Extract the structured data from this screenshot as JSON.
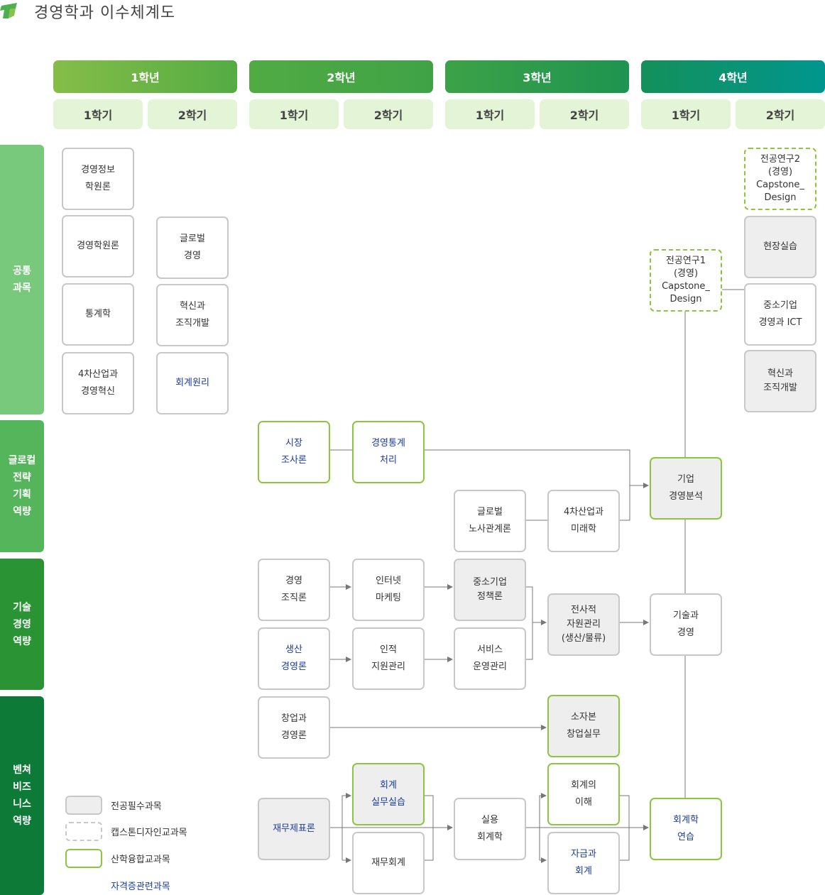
{
  "header": {
    "title": "경영학과 이수체계도",
    "logo_icon": "school-logo-icon"
  },
  "years": [
    "1학년",
    "2학년",
    "3학년",
    "4학년"
  ],
  "semesters": [
    "1학기",
    "2학기"
  ],
  "categories": [
    "공통\n과목",
    "글로컬\n전략\n기획\n역량",
    "기술\n경영\n역량",
    "벤쳐\n비즈\n니스\n역량"
  ],
  "courses": {
    "c1": "경영정보\n학원론",
    "c2": "경영학원론",
    "c3": "글로벌\n경영",
    "c4": "통계학",
    "c5": "혁신과\n조직개발",
    "c6": "4차산업과\n경영혁신",
    "c7": "회계원리",
    "c8": "전공연구2\n(경영)\nCapstone_\nDesign",
    "c9": "현장실습",
    "c10": "전공연구1\n(경영)\nCapstone_\nDesign",
    "c11": "중소기업\n경영과 ICT",
    "c12": "혁신과\n조직개발",
    "c13": "시장\n조사론",
    "c14": "경영통계\n처리",
    "c15": "기업\n경영분석",
    "c16": "글로벌\n노사관계론",
    "c17": "4차산업과\n미래학",
    "c18": "경영\n조직론",
    "c19": "인터넷\n마케팅",
    "c20": "중소기업\n정책론",
    "c21": "전사적\n자원관리\n(생산/물류)",
    "c22": "기술과\n경영",
    "c23": "생산\n경영론",
    "c24": "인적\n지원관리",
    "c25": "서비스\n운영관리",
    "c26": "창업과\n경영론",
    "c27": "소자본\n창업실무",
    "c28": "회계\n실무실습",
    "c29": "재무제표론",
    "c30": "재무회계",
    "c31": "실용\n회계학",
    "c32": "회계의\n이해",
    "c33": "자금과\n회계",
    "c34": "회계학\n연습"
  },
  "legend": {
    "required": "전공필수과목",
    "capstone": "캡스톤디자인교과목",
    "industry": "산학융합교과목",
    "certificate": "자격증관련과목"
  },
  "colors": {
    "box_border": "#c8c8c8",
    "required_fill": "#eeeeee",
    "industry_border": "#8cc63f",
    "certificate_text": "#1a3d9c",
    "semester_bg": "#e3f5d6"
  }
}
